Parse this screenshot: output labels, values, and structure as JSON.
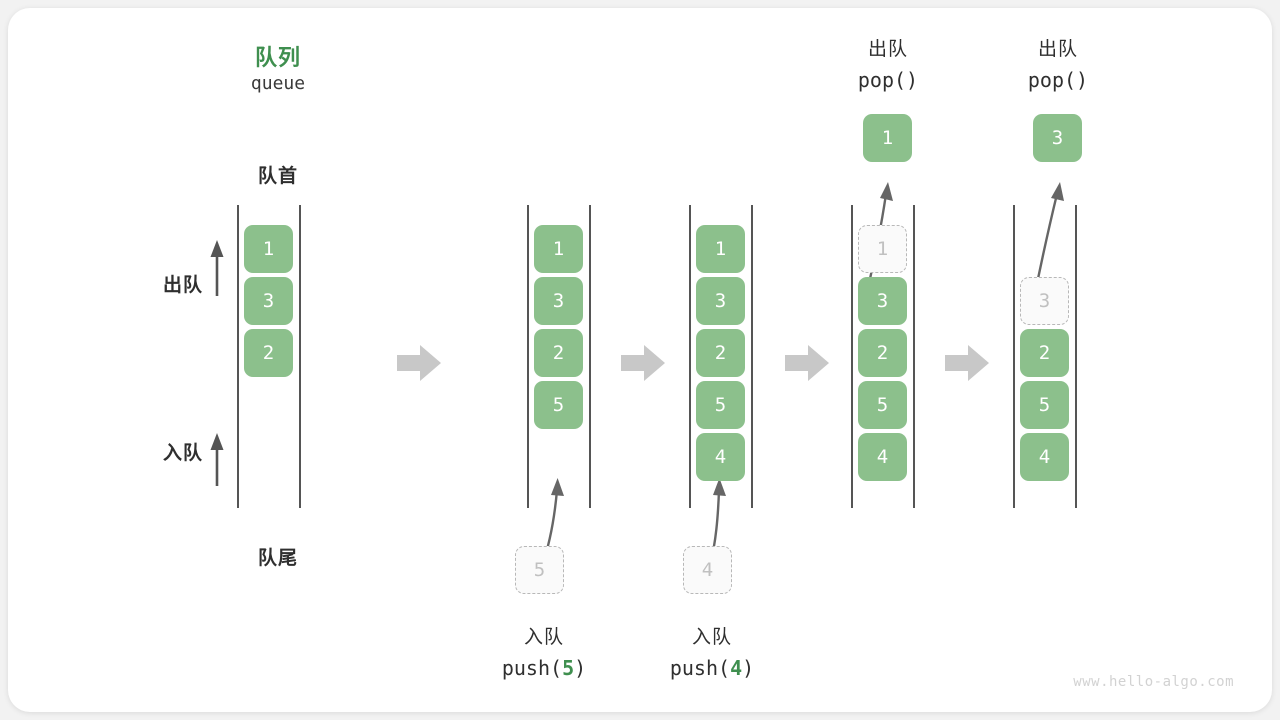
{
  "diagram": {
    "title_cn": "队列",
    "title_en": "queue",
    "front_label": "队首",
    "rear_label": "队尾",
    "dequeue_label": "出队",
    "enqueue_label": "入队",
    "watermark": "www.hello-algo.com",
    "colors": {
      "element": "#8cc08c",
      "accent": "#3f8f4f",
      "rail": "#555555",
      "ghost_fill": "#fafafa",
      "ghost_border": "#b8b8b8",
      "ghost_text": "#c0c0c0",
      "step_arrow": "#c8c8c8",
      "card": "#ffffff",
      "background": "#f2f2f2"
    }
  },
  "steps": [
    {
      "id": "initial",
      "cells": [
        "1",
        "3",
        "2"
      ],
      "ghost_index": -1,
      "caption_cn": "",
      "caption_code": ""
    },
    {
      "id": "push-5",
      "cells": [
        "1",
        "3",
        "2",
        "5"
      ],
      "ghost_index": -1,
      "caption_cn": "入队",
      "caption_code_prefix": "push(",
      "caption_code_arg": "5",
      "caption_code_suffix": ")",
      "incoming_value": "5"
    },
    {
      "id": "push-4",
      "cells": [
        "1",
        "3",
        "2",
        "5",
        "4"
      ],
      "ghost_index": -1,
      "caption_cn": "入队",
      "caption_code_prefix": "push(",
      "caption_code_arg": "4",
      "caption_code_suffix": ")",
      "incoming_value": "4"
    },
    {
      "id": "pop-1",
      "cells": [
        "1",
        "3",
        "2",
        "5",
        "4"
      ],
      "ghost_index": 0,
      "header_cn": "出队",
      "header_code": "pop()",
      "popped_value": "1"
    },
    {
      "id": "pop-3",
      "cells": [
        "",
        "3",
        "2",
        "5",
        "4"
      ],
      "ghost_index": 1,
      "header_cn": "出队",
      "header_code": "pop()",
      "popped_value": "3"
    }
  ]
}
